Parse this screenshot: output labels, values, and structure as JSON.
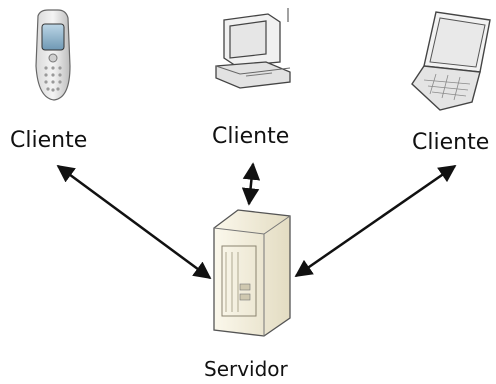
{
  "diagram": {
    "clients": [
      {
        "label": "Cliente",
        "device": "mobile-phone-icon"
      },
      {
        "label": "Cliente",
        "device": "desktop-computer-icon"
      },
      {
        "label": "Cliente",
        "device": "laptop-icon"
      }
    ],
    "server": {
      "label": "Servidor",
      "device": "server-tower-icon"
    },
    "connections": [
      {
        "from": "Cliente",
        "to": "Servidor",
        "style": "double-arrow"
      },
      {
        "from": "Cliente",
        "to": "Servidor",
        "style": "double-arrow"
      },
      {
        "from": "Cliente",
        "to": "Servidor",
        "style": "double-arrow"
      }
    ],
    "colors": {
      "line": "#111111",
      "device_outline": "#555555",
      "server_body": "#f1ecd8"
    }
  }
}
